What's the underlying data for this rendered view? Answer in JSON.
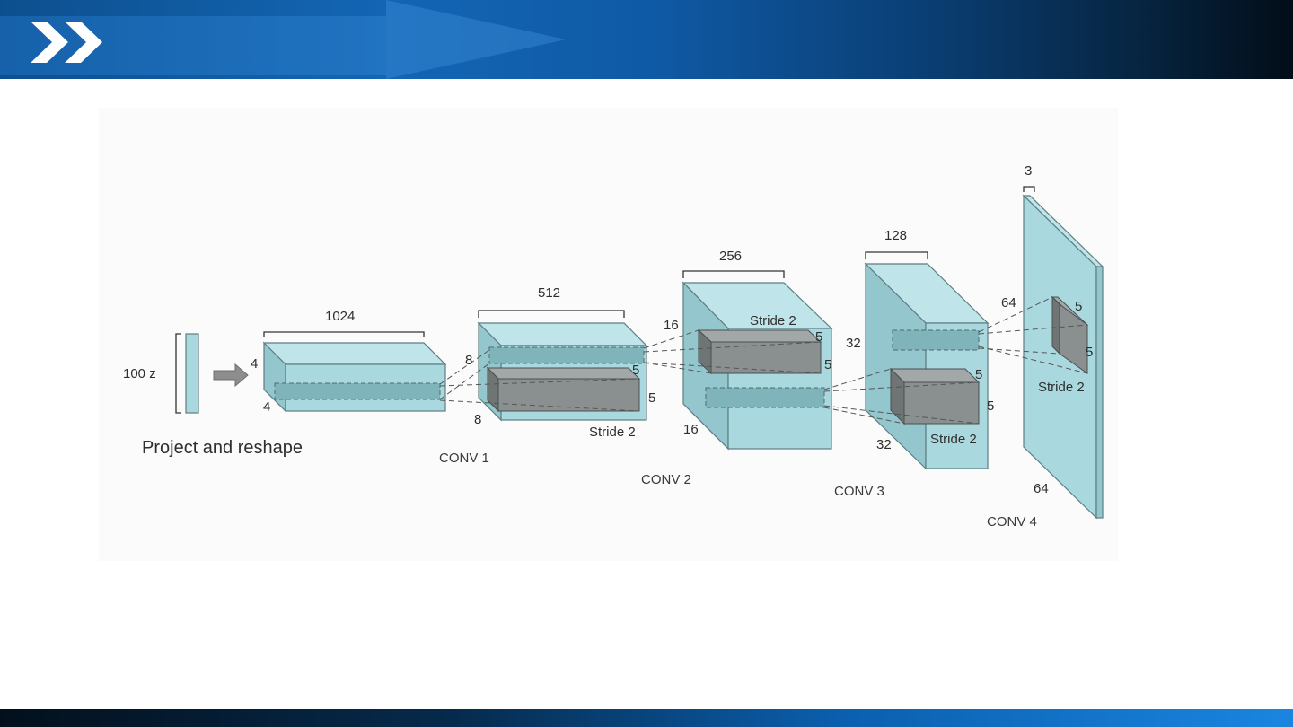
{
  "slide": {
    "colors": {
      "header_blue": "#1366b5",
      "volume_fill": "#a9d8de",
      "volume_edge": "#5d7e82",
      "kernel_fill": "#8a8f90"
    },
    "header_icon": "double-chevron-right-icon"
  },
  "diagram": {
    "input": {
      "label": "100 z",
      "caption": "Project and reshape"
    },
    "project": {
      "depth": "1024",
      "height": "4",
      "width": "4"
    },
    "conv1": {
      "name": "CONV 1",
      "depth": "512",
      "height": "8",
      "width": "8",
      "k1": "5",
      "k2": "5",
      "stride": "Stride 2"
    },
    "conv2": {
      "name": "CONV 2",
      "depth": "256",
      "height": "16",
      "width": "16",
      "k1": "5",
      "k2": "5",
      "stride": "Stride 2"
    },
    "conv3": {
      "name": "CONV 3",
      "depth": "128",
      "height": "32",
      "width": "32",
      "k1": "5",
      "k2": "5",
      "stride": "Stride 2"
    },
    "conv4": {
      "name": "CONV 4",
      "depth": "3",
      "height": "64",
      "width": "64",
      "k1": "5",
      "k2": "5",
      "stride": "Stride 2"
    }
  }
}
